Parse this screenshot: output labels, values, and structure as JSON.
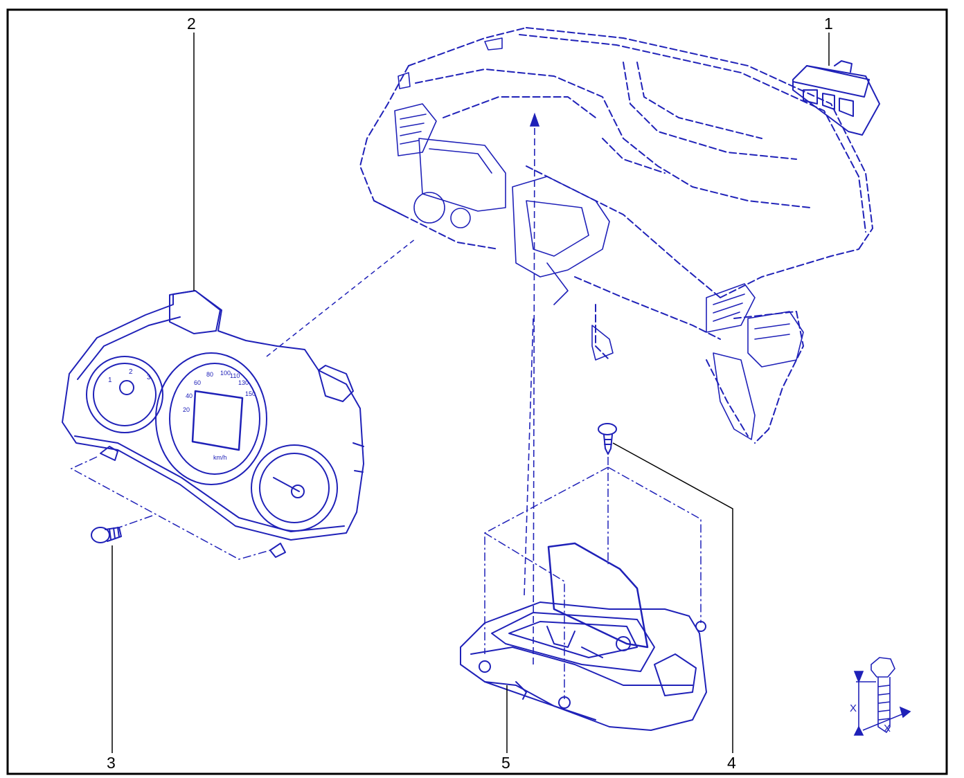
{
  "colors": {
    "line": "#1f21b8",
    "frame": "#000000",
    "background": "#ffffff"
  },
  "callouts": [
    {
      "id": "1",
      "label": "1",
      "part": "switch-module"
    },
    {
      "id": "2",
      "label": "2",
      "part": "instrument-cluster"
    },
    {
      "id": "3",
      "label": "3",
      "part": "cluster-screw"
    },
    {
      "id": "4",
      "label": "4",
      "part": "display-screw"
    },
    {
      "id": "5",
      "label": "5",
      "part": "head-up-display-unit"
    }
  ],
  "torque_symbol": {
    "label_vertical": "X",
    "label_horizontal": "X"
  },
  "cluster_gauges": {
    "speed_ticks": [
      "20",
      "40",
      "60",
      "80",
      "100",
      "110",
      "130",
      "150"
    ],
    "speed_unit": "km/h",
    "tacho_ticks": [
      "1",
      "2",
      "3"
    ]
  }
}
